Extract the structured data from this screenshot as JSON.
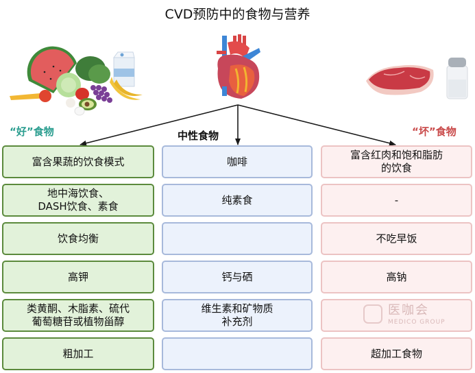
{
  "title": "CVD预防中的食物与营养",
  "columns": {
    "good": {
      "label": "“好”食物",
      "color": "#2a9d8f"
    },
    "neutral": {
      "label": "中性食物",
      "color": "#111111"
    },
    "bad": {
      "label": "“坏”食物",
      "color": "#c94a4a"
    }
  },
  "rows": {
    "good": [
      "富含果蔬的饮食模式",
      "地中海饮食、\nDASH饮食、素食",
      "饮食均衡",
      "高钾",
      "类黄酮、木脂素、硫代\n葡萄糖苷或植物甾醇",
      "粗加工"
    ],
    "neutral": [
      "咖啡",
      "纯素食",
      "",
      "钙与硒",
      "维生素和矿物质\n补充剂",
      ""
    ],
    "bad": [
      "富含红肉和饱和脂肪\n的饮食",
      "-",
      "不吃早饭",
      "高钠",
      "",
      "超加工食物"
    ]
  },
  "illustrations": {
    "good": "fruits-vegetables-milk-illustration",
    "center": "human-heart-illustration",
    "bad": "red-meat-salt-illustration"
  },
  "watermark": {
    "text": "医咖会",
    "subtext": "MEDICO GROUP"
  }
}
